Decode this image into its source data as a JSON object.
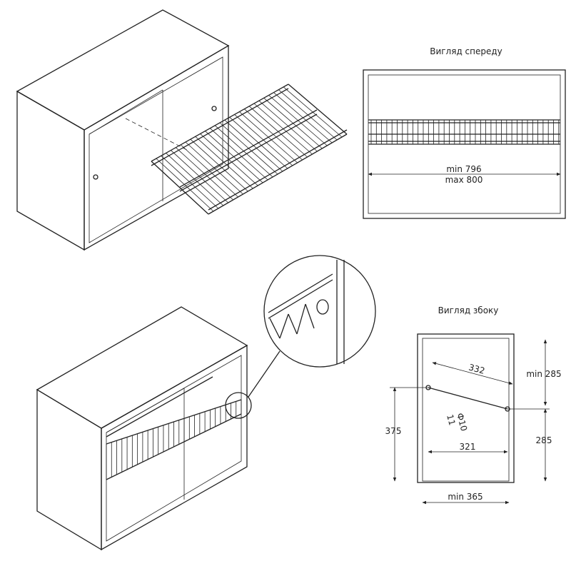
{
  "front_view": {
    "title": "Вигляд спереду",
    "dim_min": "min 796",
    "dim_max": "max 800"
  },
  "side_view": {
    "title": "Вигляд збоку",
    "dim_332": "332",
    "dim_diam": "Ф10",
    "dim_11": "11",
    "dim_321": "321",
    "dim_375": "375",
    "dim_285_bottom": "285",
    "dim_min285": "min 285",
    "dim_min365": "min 365"
  }
}
